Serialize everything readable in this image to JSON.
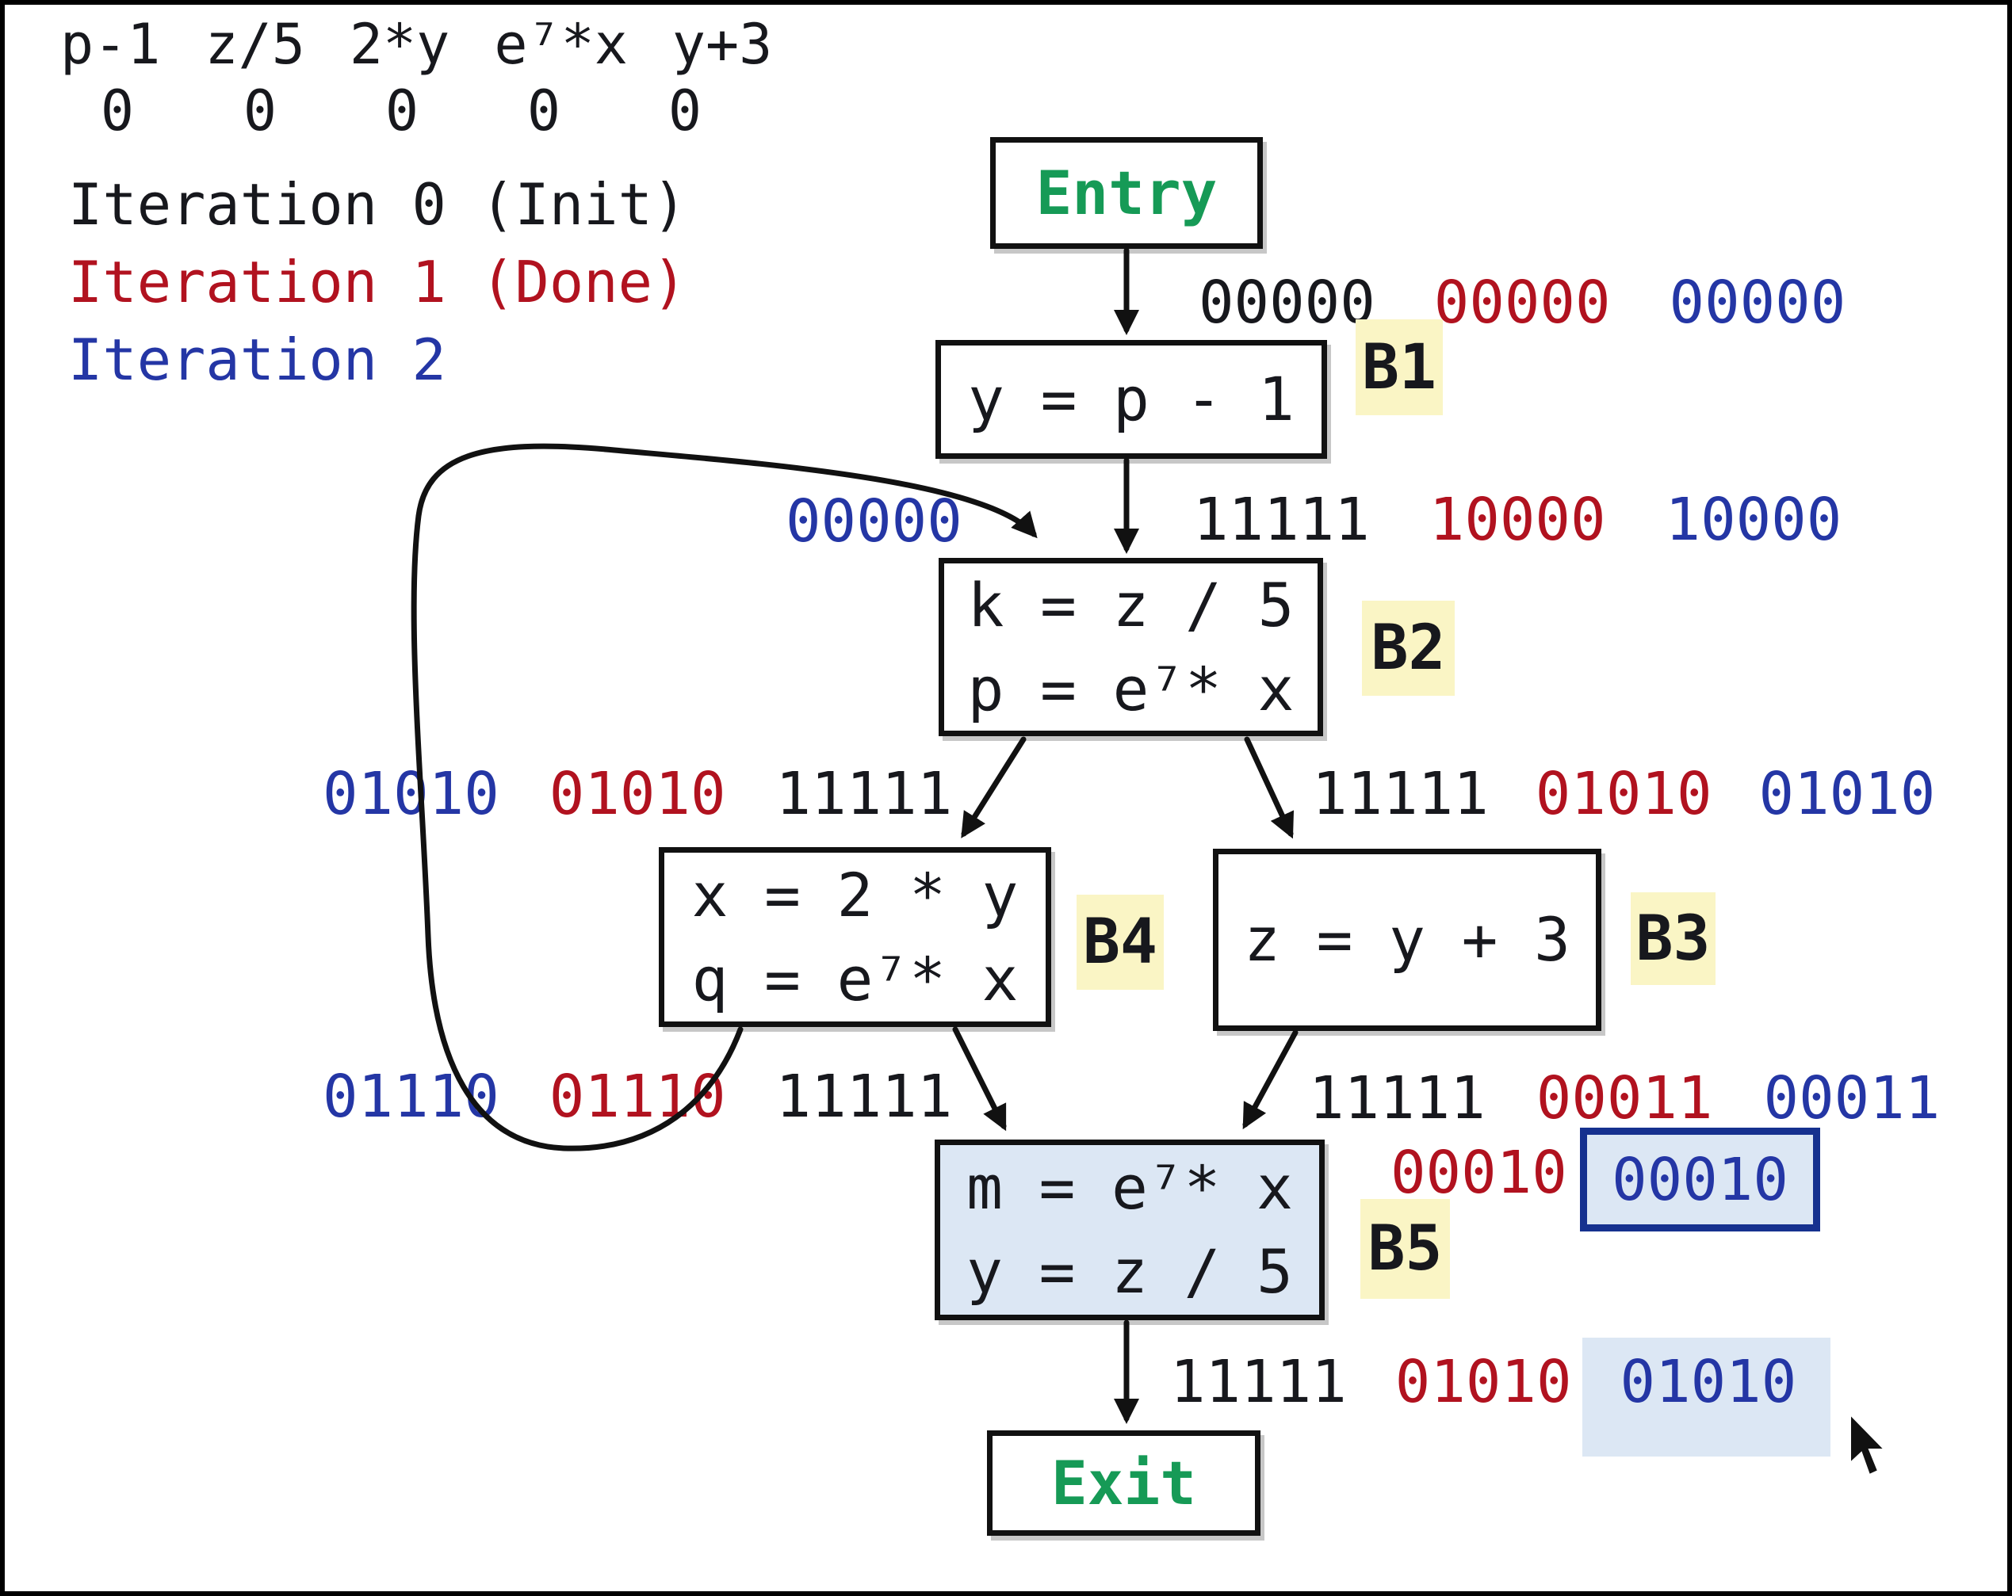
{
  "legend": {
    "expressions": [
      "p-1",
      "z/5",
      "2*y",
      "e⁷*x",
      "y+3"
    ],
    "init_zeros": [
      "0",
      "0",
      "0",
      "0",
      "0"
    ],
    "iterations": [
      {
        "label": "Iteration 0 (Init)",
        "color": "#17181d"
      },
      {
        "label": "Iteration 1 (Done)",
        "color": "#b1121f"
      },
      {
        "label": "Iteration 2",
        "color": "#2436a5"
      }
    ]
  },
  "nodes": {
    "entry": {
      "label": "Entry"
    },
    "b1": {
      "tag": "B1",
      "line1": "y = p - 1"
    },
    "b2": {
      "tag": "B2",
      "line1": "k = z / 5",
      "line2": "p = e⁷* x"
    },
    "b3": {
      "tag": "B3",
      "line1": "z = y + 3"
    },
    "b4": {
      "tag": "B4",
      "line1": "x = 2 * y",
      "line2": "q = e⁷* x"
    },
    "b5": {
      "tag": "B5",
      "line1": "m = e⁷* x",
      "line2": "y = z / 5"
    },
    "exit": {
      "label": "Exit"
    }
  },
  "vectors": {
    "entry_to_b1": [
      "00000",
      "00000",
      "00000"
    ],
    "b1_to_b2": [
      "11111",
      "10000",
      "10000"
    ],
    "back_edge": "00000",
    "into_b4": [
      "01010",
      "01010",
      "11111"
    ],
    "into_b3": [
      "11111",
      "01010",
      "01010"
    ],
    "out_of_b4": [
      "01110",
      "01110",
      "11111"
    ],
    "out_of_b3": [
      "11111",
      "00011",
      "00011"
    ],
    "b5_in_red": "00010",
    "b5_in_blue": "00010",
    "b5_to_exit": [
      "11111",
      "01010",
      "01010"
    ]
  },
  "colors": {
    "iteration0_black": "#17181d",
    "iteration1_red": "#b1121f",
    "iteration2_blue": "#2436a5",
    "terminal_green": "#169a56",
    "tag_yellow": "#faf5c5",
    "highlight_fill_blue": "#dce7f4",
    "highlight_border_navy": "#16318f"
  }
}
